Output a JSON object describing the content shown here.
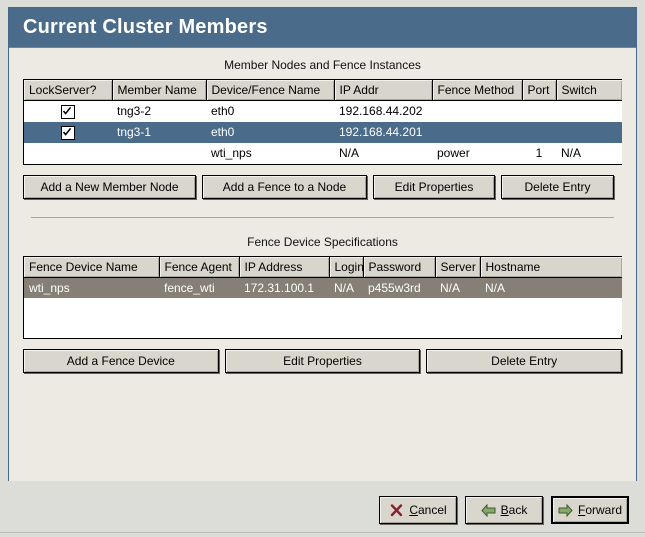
{
  "window": {
    "title": "Current Cluster Members"
  },
  "section_members": {
    "title": "Member Nodes and Fence Instances",
    "columns": [
      "LockServer?",
      "Member Name",
      "Device/Fence Name",
      "IP Addr",
      "Fence Method",
      "Port",
      "Switch"
    ],
    "rows": [
      {
        "lockserver": "checked",
        "member_name": "tng3-2",
        "device_fence_name": "eth0",
        "ip_addr": "192.168.44.202",
        "fence_method": "",
        "port": "",
        "switch": "",
        "state": "normal"
      },
      {
        "lockserver": "checked",
        "member_name": "tng3-1",
        "device_fence_name": "eth0",
        "ip_addr": "192.168.44.201",
        "fence_method": "",
        "port": "",
        "switch": "",
        "state": "selected"
      },
      {
        "lockserver": "",
        "member_name": "",
        "device_fence_name": "wti_nps",
        "ip_addr": "N/A",
        "fence_method": "power",
        "port": "1",
        "switch": "N/A",
        "state": "normal"
      }
    ],
    "buttons": [
      {
        "label": "Add a New Member Node",
        "name": "add-new-member-node-button"
      },
      {
        "label": "Add a Fence to a Node",
        "name": "add-fence-to-node-button"
      },
      {
        "label": "Edit Properties",
        "name": "edit-properties-member-button"
      },
      {
        "label": "Delete Entry",
        "name": "delete-entry-member-button"
      }
    ]
  },
  "section_fence_devices": {
    "title": "Fence Device Specifications",
    "columns": [
      "Fence Device Name",
      "Fence Agent",
      "IP Address",
      "Login",
      "Password",
      "Server",
      "Hostname"
    ],
    "rows": [
      {
        "fence_device_name": "wti_nps",
        "fence_agent": "fence_wti",
        "ip_address": "172.31.100.1",
        "login": "N/A",
        "password": "p455w3rd",
        "server": "N/A",
        "hostname": "N/A",
        "state": "selected-inactive"
      }
    ],
    "buttons": [
      {
        "label": "Add a Fence Device",
        "name": "add-fence-device-button"
      },
      {
        "label": "Edit Properties",
        "name": "edit-properties-fence-button"
      },
      {
        "label": "Delete Entry",
        "name": "delete-entry-fence-button"
      }
    ]
  },
  "footer": {
    "cancel": {
      "label_pre": "",
      "mnemonic": "C",
      "label_post": "ancel",
      "icon": "cancel-x-icon"
    },
    "back": {
      "label_pre": "",
      "mnemonic": "B",
      "label_post": "ack",
      "icon": "arrow-left-icon"
    },
    "forward": {
      "label_pre": "",
      "mnemonic": "F",
      "label_post": "orward",
      "icon": "arrow-right-icon"
    }
  },
  "colors": {
    "titlebar": "#4a6b8a",
    "panel_bg": "#edeae4",
    "selection_focus": "#4a6b8a",
    "selection_inactive": "#857f75",
    "header_bg": "#d8d5cc",
    "cancel_icon": "#8b1f2f",
    "arrow_icon": "#7a9a5e"
  }
}
